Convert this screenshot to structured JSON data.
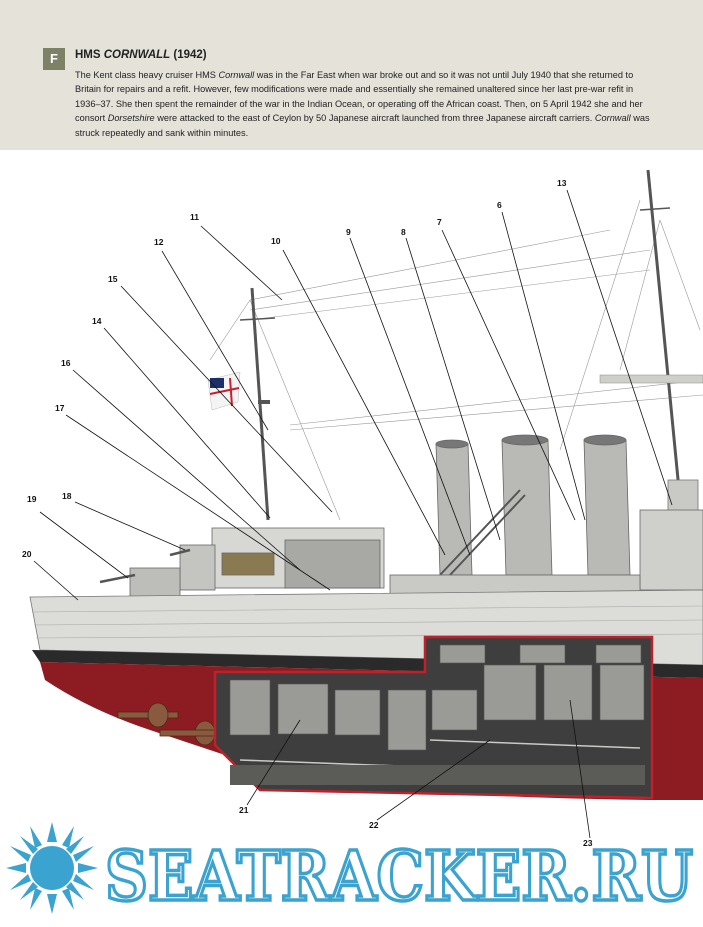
{
  "plate": {
    "letter": "F",
    "title_prefix": "HMS ",
    "title_ship": "CORNWALL",
    "title_year": " (1942)"
  },
  "caption": {
    "p1": "The Kent class heavy cruiser HMS ",
    "ship1": "Cornwall",
    "p2": " was in the Far East when war broke out and so it was not until July 1940 that she returned to Britain for repairs and a refit. However, few modifications were made and essentially she remained unaltered since her last pre-war refit in 1936–37. She then spent the remainder of the war in the Indian Ocean, or operating off the African coast. Then, on 5 April 1942 she and her consort ",
    "ship2": "Dorsetshire",
    "p3": " were attacked to the east of Ceylon by 50 Japanese aircraft launched from three Japanese aircraft carriers. ",
    "ship3": "Cornwall",
    "p4": " was struck repeatedly and sank within minutes."
  },
  "callouts": [
    "11",
    "12",
    "10",
    "9",
    "8",
    "7",
    "6",
    "13",
    "15",
    "14",
    "16",
    "17",
    "18",
    "19",
    "20",
    "21",
    "22",
    "23"
  ],
  "watermark": {
    "text": "SEATRACKER.RU"
  },
  "colors": {
    "header_bg": "#e4e2d9",
    "badge": "#7d8267",
    "hull_red": "#8c1c22",
    "hull_grey": "#dcdcd8",
    "watermark_blue": "#3aa3cf"
  }
}
